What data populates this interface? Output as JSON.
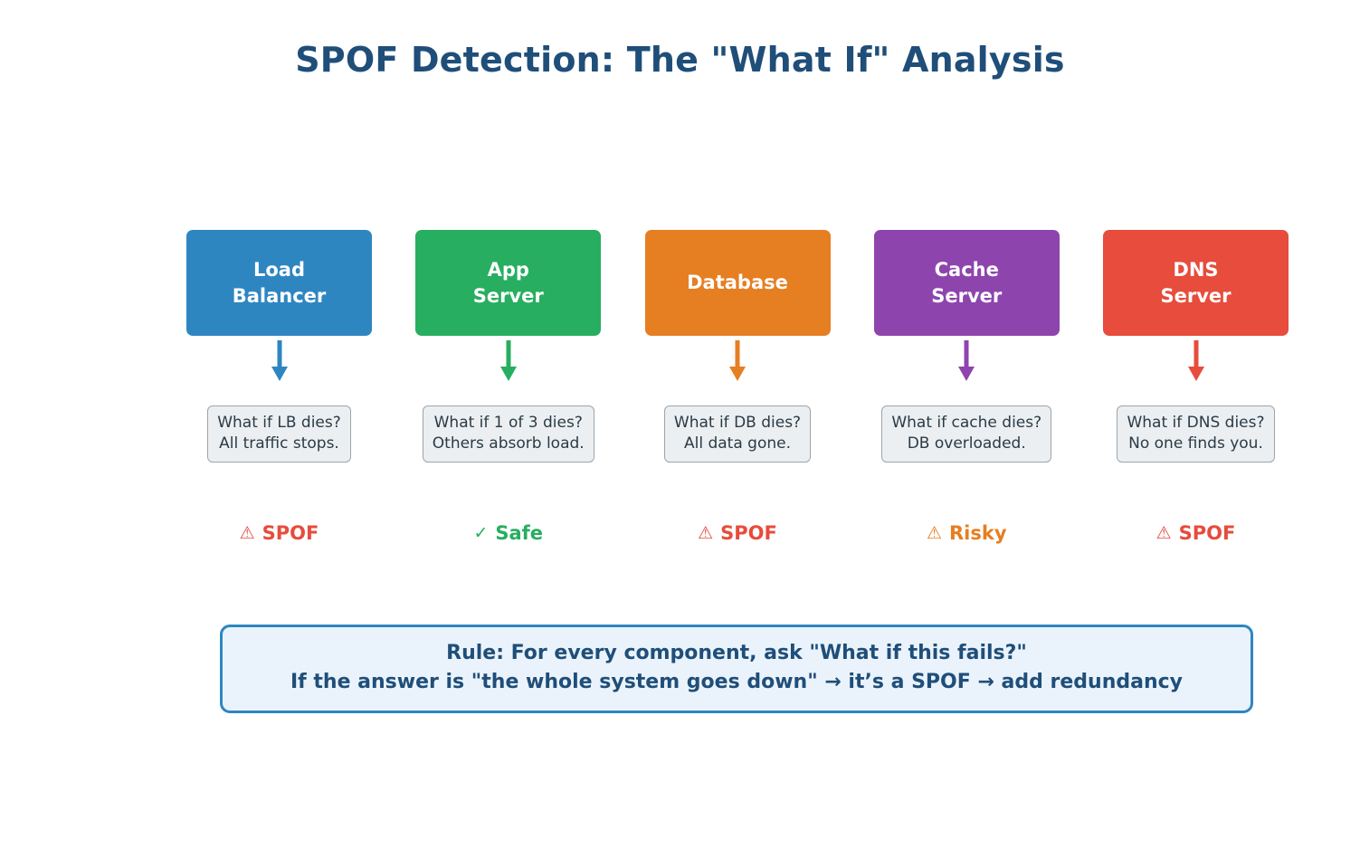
{
  "title": "SPOF Detection: The \"What If\" Analysis",
  "colors": {
    "title": "#1f4e79",
    "load_balancer": "#2e86c1",
    "app_server": "#27ae60",
    "database": "#e67e22",
    "cache_server": "#8e44ad",
    "dns_server": "#e74c3c",
    "spof": "#e74c3c",
    "safe": "#27ae60",
    "risky": "#e67e22",
    "question_bg": "#eceff1",
    "question_border": "#9aa5ab",
    "rule_bg": "#eaf3fb",
    "rule_border": "#2e86c1"
  },
  "columns": [
    {
      "id": "load-balancer",
      "node_label": "Load\nBalancer",
      "node_color": "#2e86c1",
      "arrow_icon": "arrow-down-icon",
      "question": "What if LB dies?\nAll traffic stops.",
      "verdict_icon": "warning-triangle-icon",
      "verdict_icon_glyph": "⚠",
      "verdict_label": "SPOF",
      "verdict_color": "#e74c3c"
    },
    {
      "id": "app-server",
      "node_label": "App\nServer",
      "node_color": "#27ae60",
      "arrow_icon": "arrow-down-icon",
      "question": "What if 1 of 3 dies?\nOthers absorb load.",
      "verdict_icon": "check-icon",
      "verdict_icon_glyph": "✓",
      "verdict_label": "Safe",
      "verdict_color": "#27ae60"
    },
    {
      "id": "database",
      "node_label": "Database",
      "node_color": "#e67e22",
      "arrow_icon": "arrow-down-icon",
      "question": "What if DB dies?\nAll data gone.",
      "verdict_icon": "warning-triangle-icon",
      "verdict_icon_glyph": "⚠",
      "verdict_label": "SPOF",
      "verdict_color": "#e74c3c"
    },
    {
      "id": "cache-server",
      "node_label": "Cache\nServer",
      "node_color": "#8e44ad",
      "arrow_icon": "arrow-down-icon",
      "question": "What if cache dies?\nDB overloaded.",
      "verdict_icon": "warning-triangle-icon",
      "verdict_icon_glyph": "⚠",
      "verdict_label": "Risky",
      "verdict_color": "#e67e22"
    },
    {
      "id": "dns-server",
      "node_label": "DNS\nServer",
      "node_color": "#e74c3c",
      "arrow_icon": "arrow-down-icon",
      "question": "What if DNS dies?\nNo one finds you.",
      "verdict_icon": "warning-triangle-icon",
      "verdict_icon_glyph": "⚠",
      "verdict_label": "SPOF",
      "verdict_color": "#e74c3c"
    }
  ],
  "rule": {
    "line1": "Rule: For every component, ask \"What if this fails?\"",
    "line2": "If the answer is \"the whole system goes down\" → it’s a SPOF → add redundancy"
  }
}
